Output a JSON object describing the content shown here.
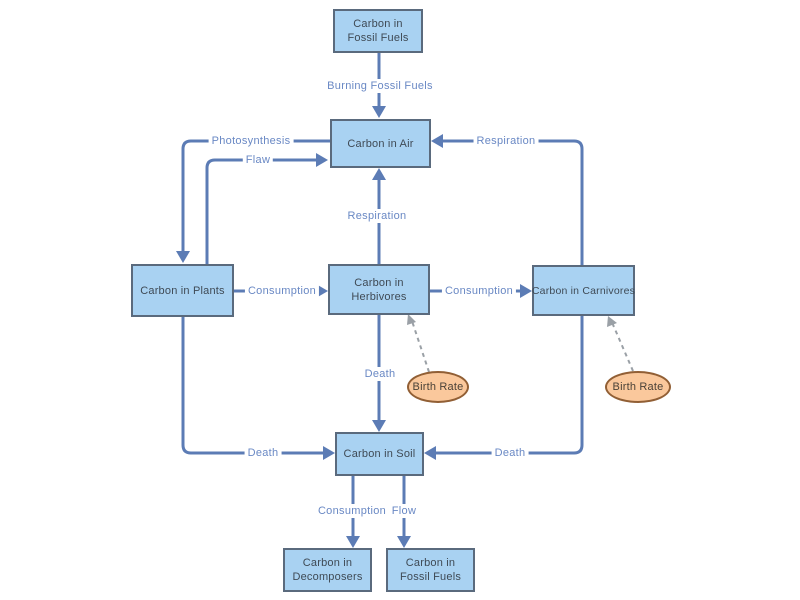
{
  "diagram_type": "carbon-cycle-flow-diagram",
  "nodes": {
    "fossil_top": "Carbon in Fossil Fuels",
    "air": "Carbon in Air",
    "plants": "Carbon in Plants",
    "herbivores": "Carbon in Herbivores",
    "carnivores": "Carbon in Carnivores",
    "soil": "Carbon in Soil",
    "decomposers": "Carbon in Decomposers",
    "fossil_bottom": "Carbon in Fossil Fuels"
  },
  "ellipses": {
    "birth_rate_left": "Birth Rate",
    "birth_rate_right": "Birth Rate"
  },
  "edge_labels": {
    "burning": "Burning Fossil Fuels",
    "photosynthesis": "Photosynthesis",
    "flaw": "Flaw",
    "respiration_mid": "Respiration",
    "respiration_right": "Respiration",
    "consumption_left": "Consumption",
    "consumption_right": "Consumption",
    "death_mid": "Death",
    "death_left": "Death",
    "death_right": "Death",
    "consumption_bottom": "Consumption",
    "flow_bottom": "Flow"
  },
  "colors": {
    "background": "#ffffff",
    "box_fill": "#a9d2f2",
    "box_border": "#5a6a7d",
    "box_text": "#3f4a55",
    "arrow": "#5c7cb5",
    "edge_label_text": "#6988c4",
    "ellipse_fill": "#fac89c",
    "ellipse_border": "#915f35",
    "dashed_arrow": "#9aa0a6"
  }
}
